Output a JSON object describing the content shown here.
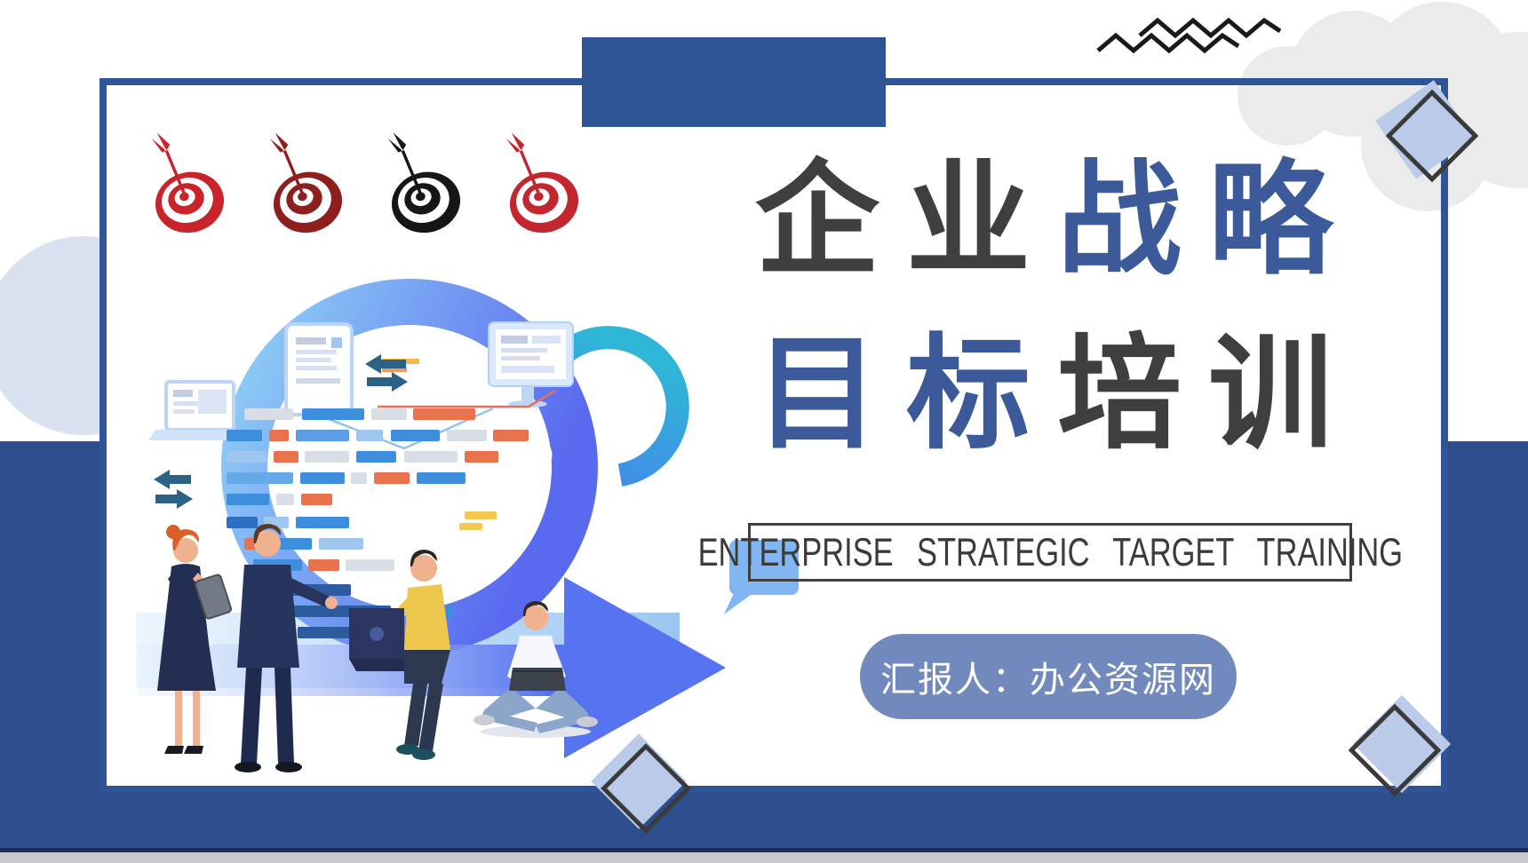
{
  "colors": {
    "primaryBlue": "#2f5496",
    "bgBlue": "#2e4d8d",
    "titleDark": "#3f3f41",
    "titleBlue": "#3c5a99",
    "badgeBg": "#7289bd",
    "badgeText": "#ffffff",
    "diamondFill": "#b9cbe8",
    "diamondOutline": "#3a3a3a",
    "subtitleText": "#3b3b3b",
    "subtitleBorder": "#3f3f3f",
    "cloudGray": "#ebebeb",
    "circleGray": "#d9e1f0",
    "zigzag": "#1a1a1a",
    "edgeGray": "#c7c9cd",
    "edgeNavy": "#1d2f57"
  },
  "targets": [
    {
      "name": "target-red",
      "style": "color:#c9242b"
    },
    {
      "name": "target-dark-red",
      "style": "color:#8e1f1f"
    },
    {
      "name": "target-black",
      "style": "color:#161616"
    },
    {
      "name": "target-crimson",
      "style": "color:#c22730"
    }
  ],
  "title": {
    "line1_dark": "企业",
    "line1_blue": "战略",
    "line2_blue": "目标",
    "line2_dark": "培训"
  },
  "subtitle": {
    "text": "ENTERPRISE STRATEGIC TARGET TRAINING"
  },
  "badge": {
    "text": "汇报人：办公资源网"
  }
}
